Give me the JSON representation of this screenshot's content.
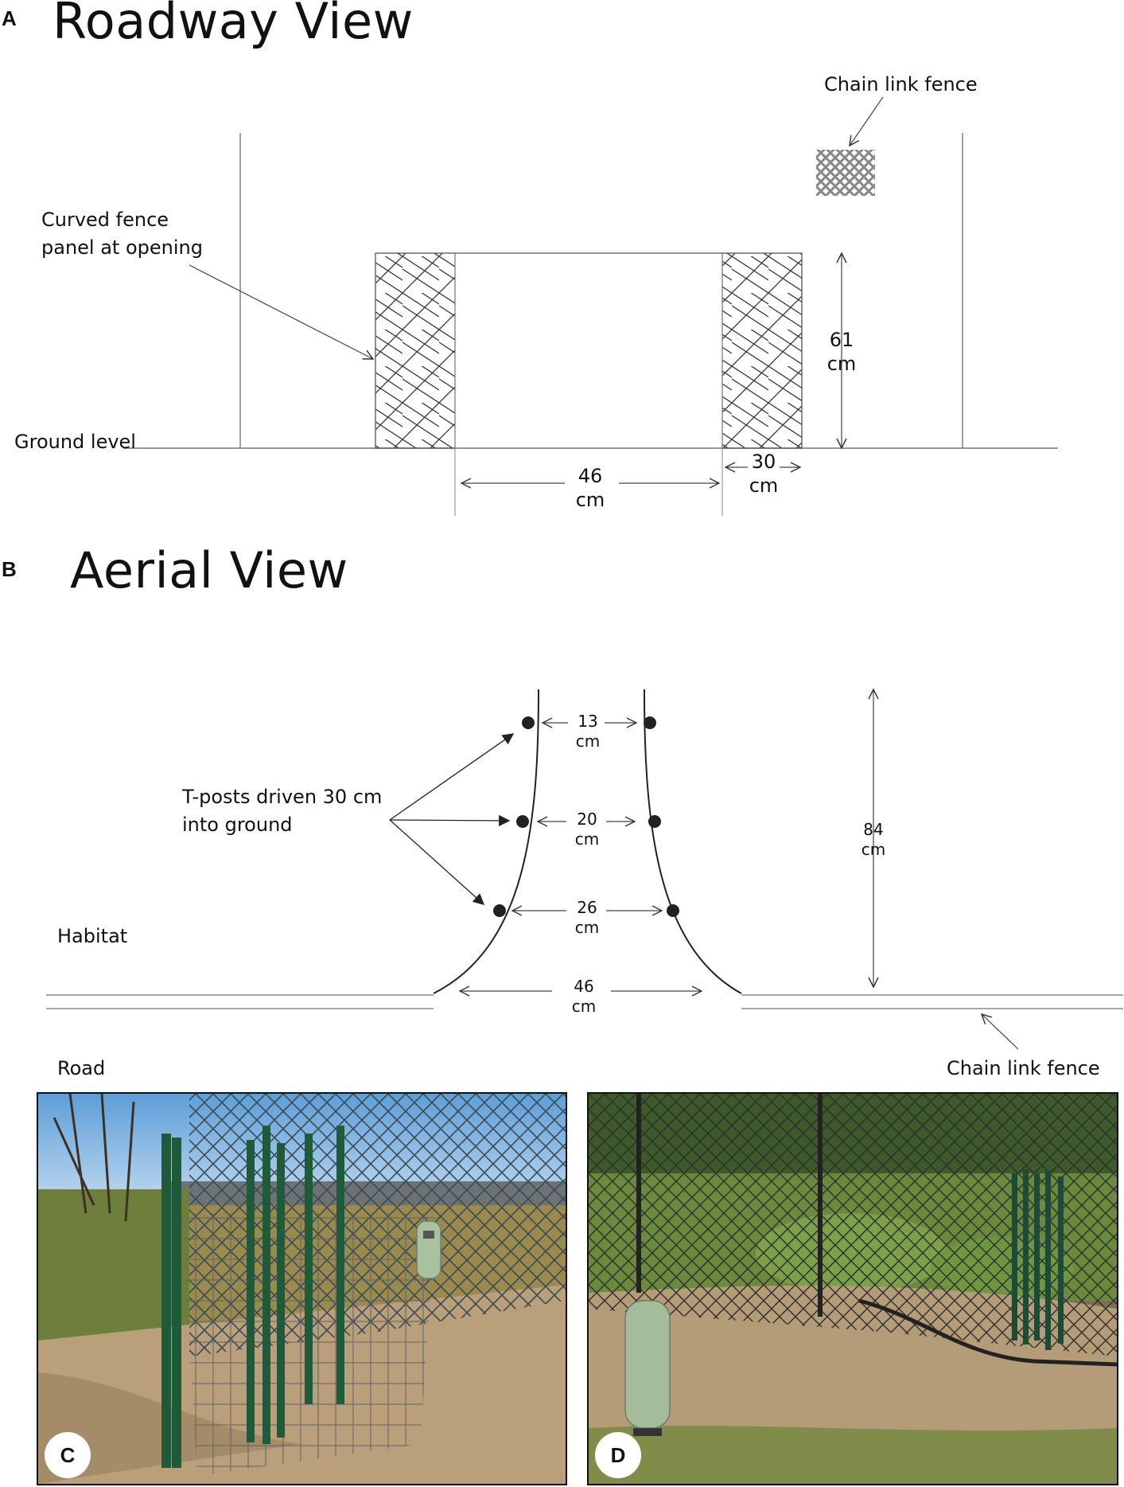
{
  "panel_a": {
    "letter": "A",
    "title": "Roadway View",
    "labels": {
      "chain_link": "Chain link fence",
      "curved_panel_line1": "Curved fence",
      "curved_panel_line2": "panel at opening",
      "ground": "Ground level"
    },
    "dimensions": {
      "height": {
        "value": "61",
        "unit": "cm"
      },
      "opening": {
        "value": "46",
        "unit": "cm"
      },
      "panel": {
        "value": "30",
        "unit": "cm"
      }
    }
  },
  "panel_b": {
    "letter": "B",
    "title": "Aerial View",
    "labels": {
      "tposts_line1": "T-posts driven 30 cm",
      "tposts_line2": "into ground",
      "habitat": "Habitat",
      "road": "Road",
      "chain_link": "Chain link fence"
    },
    "dimensions": {
      "top": {
        "value": "13",
        "unit": "cm"
      },
      "middle": {
        "value": "20",
        "unit": "cm"
      },
      "lower": {
        "value": "26",
        "unit": "cm"
      },
      "base": {
        "value": "46",
        "unit": "cm"
      },
      "depth": {
        "value": "84",
        "unit": "cm"
      }
    }
  },
  "panel_c": {
    "letter": "C"
  },
  "panel_d": {
    "letter": "D"
  },
  "colors": {
    "line": "#555555",
    "post": "#1f5a3a",
    "fence": "#6f7f86",
    "sky": "#6aa7dc",
    "grass_dry": "#9a8a55",
    "grass_green": "#4c7a2e",
    "bucket": "#a9c3a3"
  }
}
